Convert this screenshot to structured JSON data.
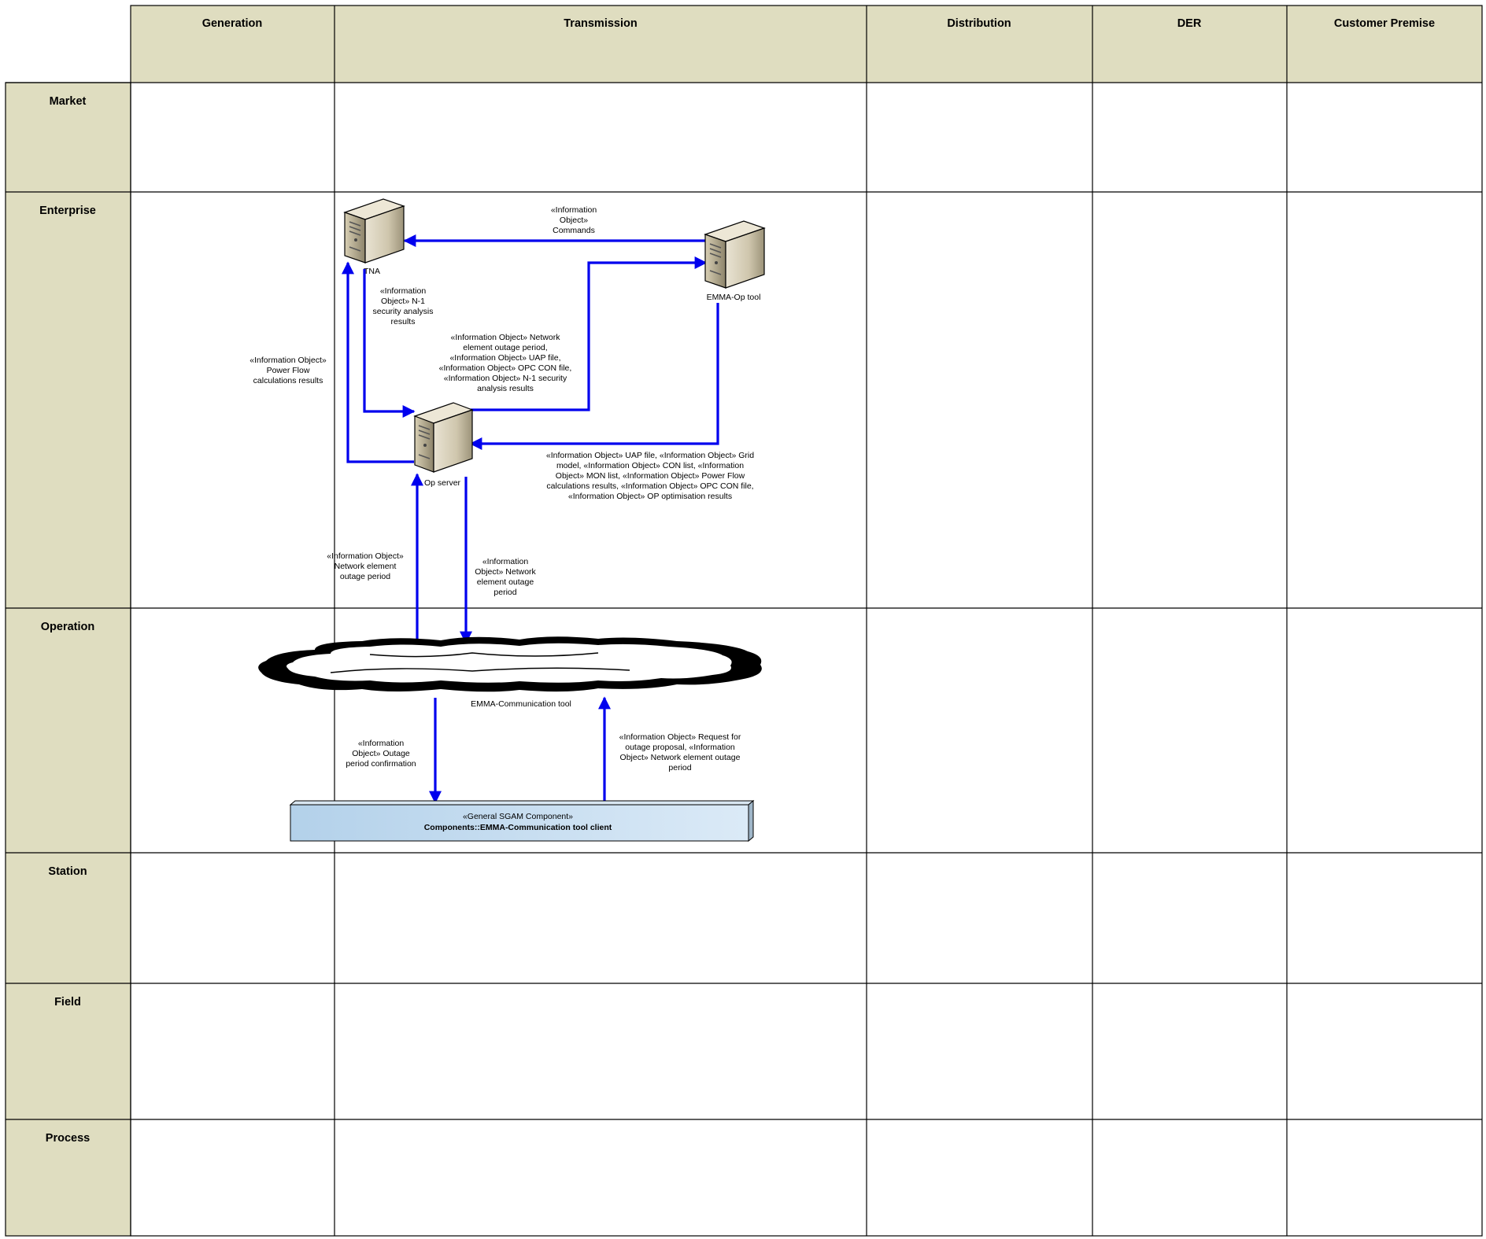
{
  "columns": [
    "Generation",
    "Transmission",
    "Distribution",
    "DER",
    "Customer Premise"
  ],
  "rows": [
    "Market",
    "Enterprise",
    "Operation",
    "Station",
    "Field",
    "Process"
  ],
  "nodes": {
    "tna": "TNA",
    "op_tool": "EMMA-Op tool",
    "op_server": "Op server",
    "comm_tool": "EMMA-Communication tool",
    "client_stereotype": "«General SGAM Component»",
    "client_name": "Components::EMMA-Communication tool client"
  },
  "labels": {
    "commands": [
      "«Information",
      "Object»",
      "Commands"
    ],
    "n1_results": [
      "«Information",
      "Object» N-1",
      "security analysis",
      "results"
    ],
    "power_flow": [
      "«Information Object»",
      "Power Flow",
      "calculations results"
    ],
    "to_op_tool": [
      "«Information Object» Network",
      "element outage period,",
      "«Information Object» UAP file,",
      "«Information Object» OPC CON file,",
      "«Information Object» N-1 security",
      "analysis results"
    ],
    "from_op_tool": [
      "«Information Object» UAP file, «Information Object» Grid",
      "model, «Information Object» CON list, «Information",
      "Object» MON list, «Information Object» Power Flow",
      "calculations results, «Information Object» OPC CON file,",
      "«Information Object» OP optimisation results"
    ],
    "outage_up": [
      "«Information Object»",
      "Network element",
      "outage period"
    ],
    "outage_down": [
      "«Information",
      "Object» Network",
      "element outage",
      "period"
    ],
    "confirmation": [
      "«Information",
      "Object» Outage",
      "period confirmation"
    ],
    "request": [
      "«Information Object» Request for",
      "outage proposal, «Information",
      "Object» Network element outage",
      "period"
    ]
  },
  "colors": {
    "header_fill": "#dfddc0",
    "flow": "#0000ee",
    "component_fill": "#b7d3ea"
  }
}
